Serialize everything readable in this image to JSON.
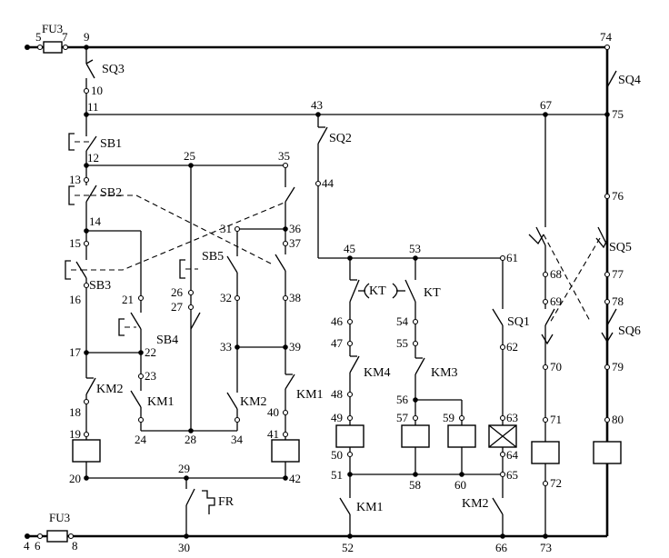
{
  "diagram": {
    "fuses": {
      "top": "FU3",
      "bottom": "FU3"
    },
    "devices": {
      "SQ1": "SQ1",
      "SQ2": "SQ2",
      "SQ3": "SQ3",
      "SQ4": "SQ4",
      "SQ5": "SQ5",
      "SQ6": "SQ6",
      "SB1": "SB1",
      "SB2": "SB2",
      "SB3": "SB3",
      "SB4": "SB4",
      "SB5": "SB5",
      "KM1": "KM1",
      "KM2": "KM2",
      "KM3": "KM3",
      "KM4": "KM4",
      "KT": "KT",
      "FR": "FR"
    },
    "nodes": {
      "n4": "4",
      "n5": "5",
      "n6": "6",
      "n7": "7",
      "n8": "8",
      "n9": "9",
      "n10": "10",
      "n11": "11",
      "n12": "12",
      "n13": "13",
      "n14": "14",
      "n15": "15",
      "n16": "16",
      "n17": "17",
      "n18": "18",
      "n19": "19",
      "n20": "20",
      "n21": "21",
      "n22": "22",
      "n23": "23",
      "n24": "24",
      "n25": "25",
      "n26": "26",
      "n27": "27",
      "n28": "28",
      "n29": "29",
      "n30": "30",
      "n31": "31",
      "n32": "32",
      "n33": "33",
      "n34": "34",
      "n35": "35",
      "n36": "36",
      "n37": "37",
      "n38": "38",
      "n39": "39",
      "n40": "40",
      "n41": "41",
      "n42": "42",
      "n43": "43",
      "n44": "44",
      "n45": "45",
      "n46": "46",
      "n47": "47",
      "n48": "48",
      "n49": "49",
      "n50": "50",
      "n51": "51",
      "n52": "52",
      "n53": "53",
      "n54": "54",
      "n55": "55",
      "n56": "56",
      "n57": "57",
      "n58": "58",
      "n59": "59",
      "n60": "60",
      "n61": "61",
      "n62": "62",
      "n63": "63",
      "n64": "64",
      "n65": "65",
      "n66": "66",
      "n67": "67",
      "n68": "68",
      "n69": "69",
      "n70": "70",
      "n71": "71",
      "n72": "72",
      "n73": "73",
      "n74": "74",
      "n75": "75",
      "n76": "76",
      "n77": "77",
      "n78": "78",
      "n79": "79",
      "n80": "80"
    }
  }
}
